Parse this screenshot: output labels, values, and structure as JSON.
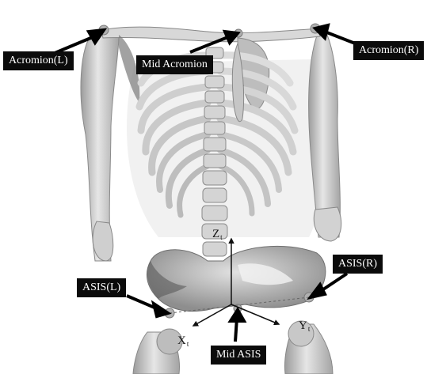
{
  "figure": {
    "labels": {
      "acromion_left": "Acromion(L)",
      "acromion_right": "Acromion(R)",
      "mid_acromion": "Mid Acromion",
      "asis_left": "ASIS(L)",
      "asis_right": "ASIS(R)",
      "mid_asis": "Mid ASIS"
    },
    "axes": {
      "z": {
        "letter": "Z",
        "sub": "t"
      },
      "x": {
        "letter": "X",
        "sub": "t"
      },
      "y": {
        "letter": "Y",
        "sub": "t"
      }
    },
    "colors": {
      "bone": "#dcdcdc",
      "bone_shadow": "#9a9a9a",
      "bone_dark": "#6e6e6e",
      "landmark": "#b8b8b8",
      "label_bg": "#0b0b0b",
      "label_text": "#ffffff",
      "arrow": "#000000"
    }
  }
}
